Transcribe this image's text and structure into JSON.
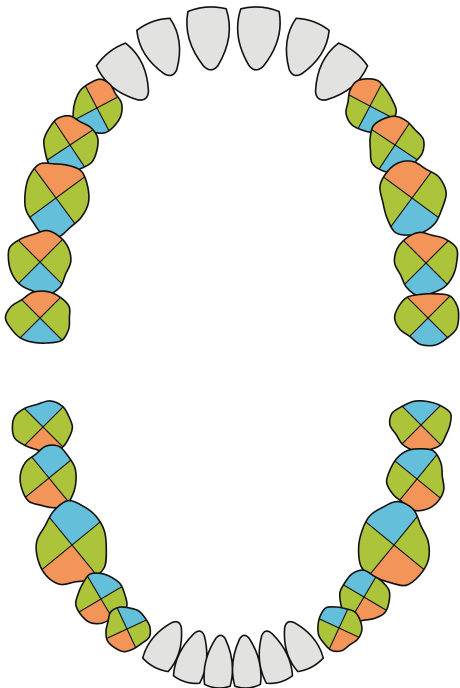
{
  "colors": {
    "anterior": "#e2e3e1",
    "green": "#abc43a",
    "orange": "#f39558",
    "blue": "#64c0da",
    "outline": "#111111"
  },
  "diagram": {
    "upper_arch": {
      "incisors_and_canines": 6,
      "posterior_teeth_per_side": 5
    },
    "lower_arch": {
      "incisors_and_canines": 6,
      "posterior_teeth_per_side": 5
    }
  }
}
